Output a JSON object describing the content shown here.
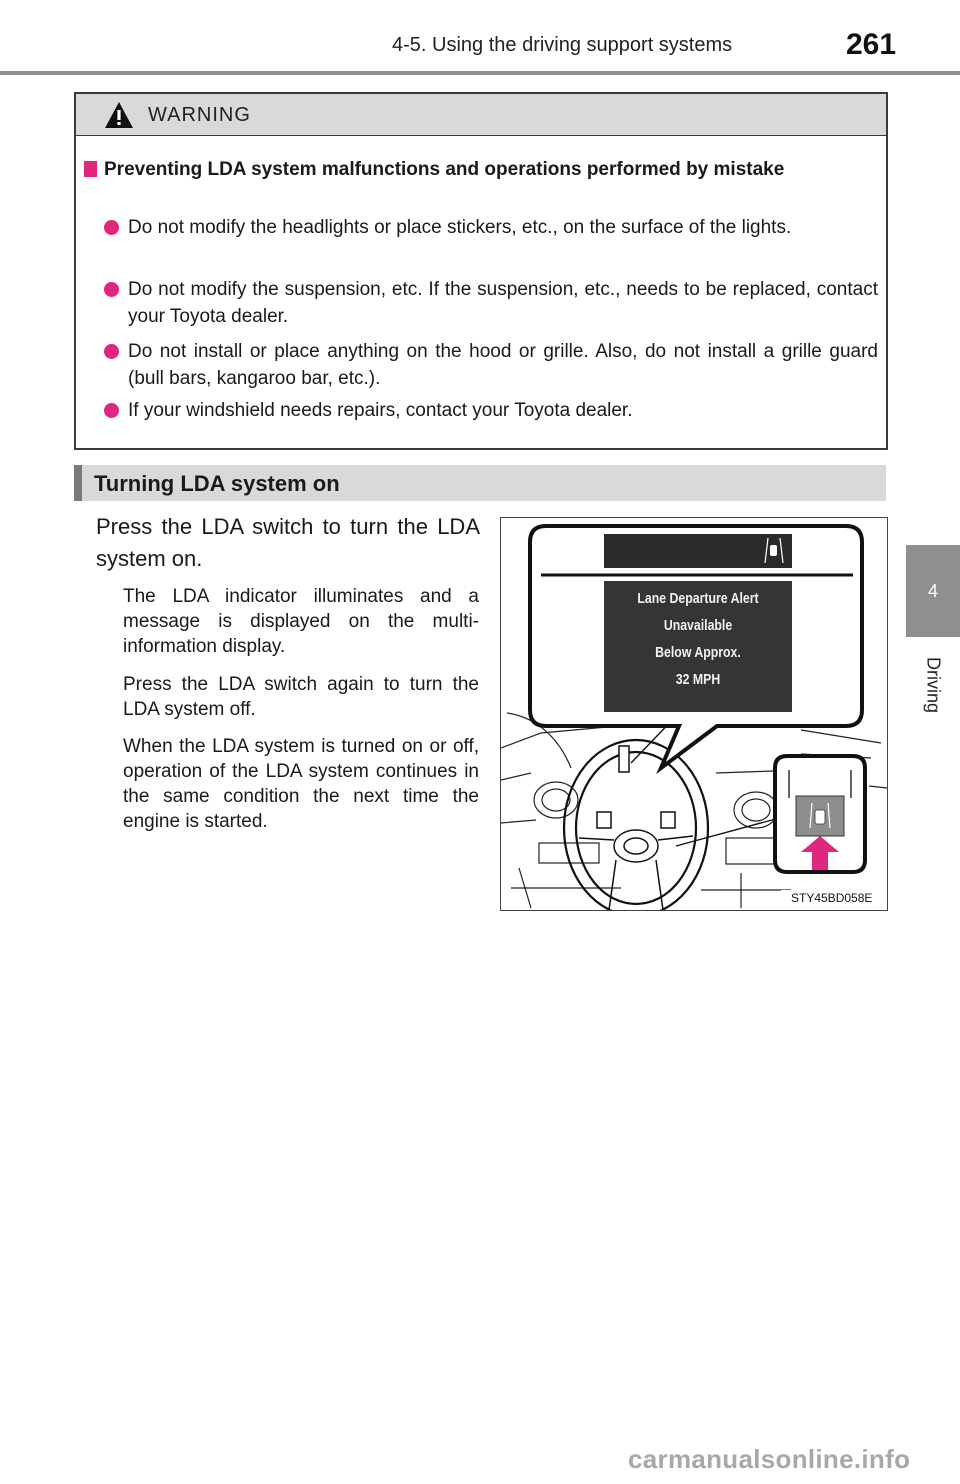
{
  "header": {
    "section": "4-5. Using the driving support systems",
    "page_number": "261"
  },
  "side_tab": {
    "chapter_number": "4",
    "chapter_title": "Driving"
  },
  "warning": {
    "title": "WARNING",
    "heading": "Preventing LDA system malfunctions and operations performed by mistake",
    "bullets": [
      "Do not modify the headlights or place stickers, etc., on the surface of the lights.",
      "Do not modify the suspension, etc. If the suspension, etc., needs to be replaced, contact your Toyota dealer.",
      "Do not install or place anything on the hood or grille. Also, do not install a grille guard (bull bars, kangaroo bar, etc.).",
      "If your windshield needs repairs, contact your Toyota dealer."
    ]
  },
  "section": {
    "title": "Turning LDA system on",
    "lead": "Press the LDA switch to turn the LDA system on.",
    "notes": [
      "The LDA indicator illuminates and a message is displayed on the multi-information display.",
      "Press the LDA switch again to turn the LDA system off.",
      "When the LDA system is turned on or off, operation of the LDA system continues in the same condition the next time the engine is started."
    ]
  },
  "figure": {
    "display_message": [
      "Lane Departure Alert",
      "Unavailable",
      "Below Approx.",
      "32 MPH"
    ],
    "code": "STY45BD058E"
  },
  "watermark": "carmanualsonline.info",
  "colors": {
    "accent": "#e1267d",
    "band": "#d9d9d9",
    "tab": "#8f8f8f"
  }
}
